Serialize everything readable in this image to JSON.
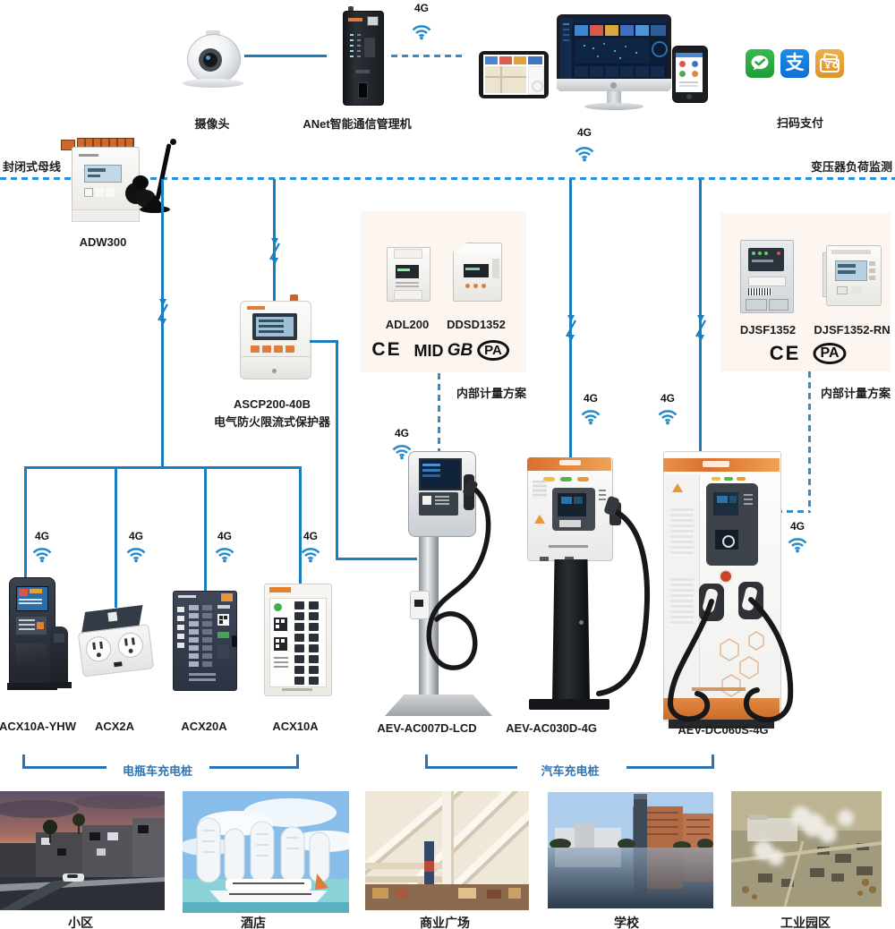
{
  "labels": {
    "g4": "4G"
  },
  "top": {
    "camera": "摄像头",
    "anet": "ANet智能通信管理机",
    "scan_pay": "扫码支付",
    "alipay_char": "支"
  },
  "bus": {
    "left": "封闭式母线",
    "right": "变压器负荷监测"
  },
  "devices": {
    "adw300": "ADW300",
    "ascp_model": "ASCP200-40B",
    "ascp_name": "电气防火限流式保护器"
  },
  "metering_mid": {
    "m1": "ADL200",
    "m2": "DDSD1352",
    "certs": [
      "CE",
      "MID",
      "GB",
      "PA"
    ],
    "note": "内部计量方案"
  },
  "metering_right": {
    "m1": "DJSF1352",
    "m2": "DJSF1352-RN",
    "certs": [
      "CE",
      "PA"
    ],
    "note": "内部计量方案"
  },
  "acx": [
    {
      "label": "ACX10A-YHW"
    },
    {
      "label": "ACX2A"
    },
    {
      "label": "ACX20A"
    },
    {
      "label": "ACX10A"
    }
  ],
  "chargers": [
    {
      "label": "AEV-AC007D-LCD"
    },
    {
      "label": "AEV-AC030D-4G"
    },
    {
      "label": "AEV-DC060S-4G"
    }
  ],
  "groups": {
    "bike": "电瓶车充电桩",
    "car": "汽车充电桩"
  },
  "scenes": [
    {
      "label": "小区"
    },
    {
      "label": "酒店"
    },
    {
      "label": "商业广场"
    },
    {
      "label": "学校"
    },
    {
      "label": "工业园区"
    }
  ]
}
